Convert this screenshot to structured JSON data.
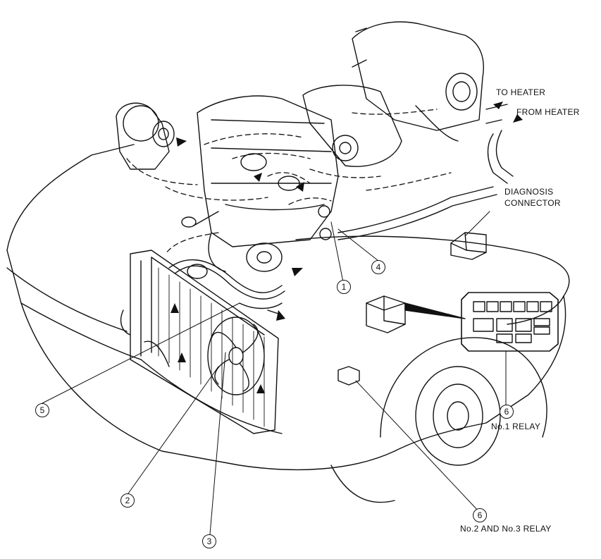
{
  "labels": {
    "to_heater": "TO HEATER",
    "from_heater": "FROM HEATER",
    "diagnosis_connector_line1": "DIAGNOSIS",
    "diagnosis_connector_line2": "CONNECTOR",
    "no1_relay": "No.1 RELAY",
    "no23_relay": "No.2 AND No.3 RELAY"
  },
  "callouts": {
    "c1": "1",
    "c2": "2",
    "c3": "3",
    "c4": "4",
    "c5": "5",
    "c6a": "6",
    "c6b": "6"
  },
  "colors": {
    "ink": "#111111",
    "paper": "#ffffff"
  }
}
